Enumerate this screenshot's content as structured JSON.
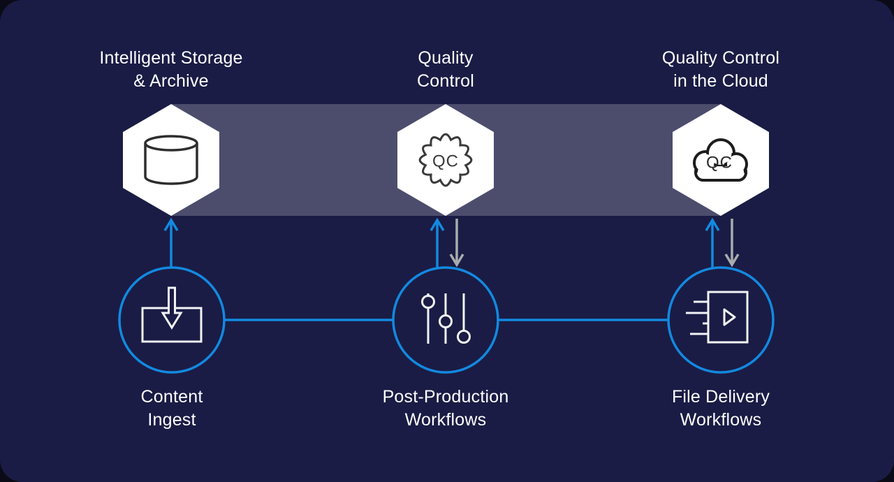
{
  "colors": {
    "card_background": "#1a1c45",
    "outside_background": "#0a0b16",
    "highlight_band": "rgba(255,255,255,0.22)",
    "hexagon_fill": "#ffffff",
    "accent_blue": "#1389e0",
    "arrow_gray": "#a9abae",
    "icon_light": "#f2f3f6",
    "icon_dark": "#333333",
    "text": "#ffffff"
  },
  "nodes": {
    "top": [
      {
        "id": "intelligent-storage",
        "lines": [
          "Intelligent Storage",
          "& Archive"
        ],
        "icon": "storage-cylinder-icon",
        "icon_text": ""
      },
      {
        "id": "quality-control",
        "lines": [
          "Quality",
          "Control"
        ],
        "icon": "qc-gear-badge-icon",
        "icon_text": "QC"
      },
      {
        "id": "quality-control-cloud",
        "lines": [
          "Quality Control",
          "in the Cloud"
        ],
        "icon": "qc-cloud-icon",
        "icon_text": "QC"
      }
    ],
    "bottom": [
      {
        "id": "content-ingest",
        "lines": [
          "Content",
          "Ingest"
        ],
        "icon": "ingest-arrow-box-icon"
      },
      {
        "id": "post-production-workflows",
        "lines": [
          "Post-Production",
          "Workflows"
        ],
        "icon": "sliders-icon"
      },
      {
        "id": "file-delivery-workflows",
        "lines": [
          "File Delivery",
          "Workflows"
        ],
        "icon": "delivery-play-box-icon"
      }
    ]
  },
  "links": [
    {
      "from": "content-ingest",
      "to": "intelligent-storage",
      "arrows": [
        "up-blue"
      ]
    },
    {
      "from": "post-production-workflows",
      "to": "quality-control",
      "arrows": [
        "up-blue",
        "down-gray"
      ]
    },
    {
      "from": "file-delivery-workflows",
      "to": "quality-control-cloud",
      "arrows": [
        "up-blue",
        "down-gray"
      ]
    },
    {
      "from": "content-ingest",
      "to": "post-production-workflows",
      "arrows": [
        "line"
      ]
    },
    {
      "from": "post-production-workflows",
      "to": "file-delivery-workflows",
      "arrows": [
        "line"
      ]
    }
  ]
}
